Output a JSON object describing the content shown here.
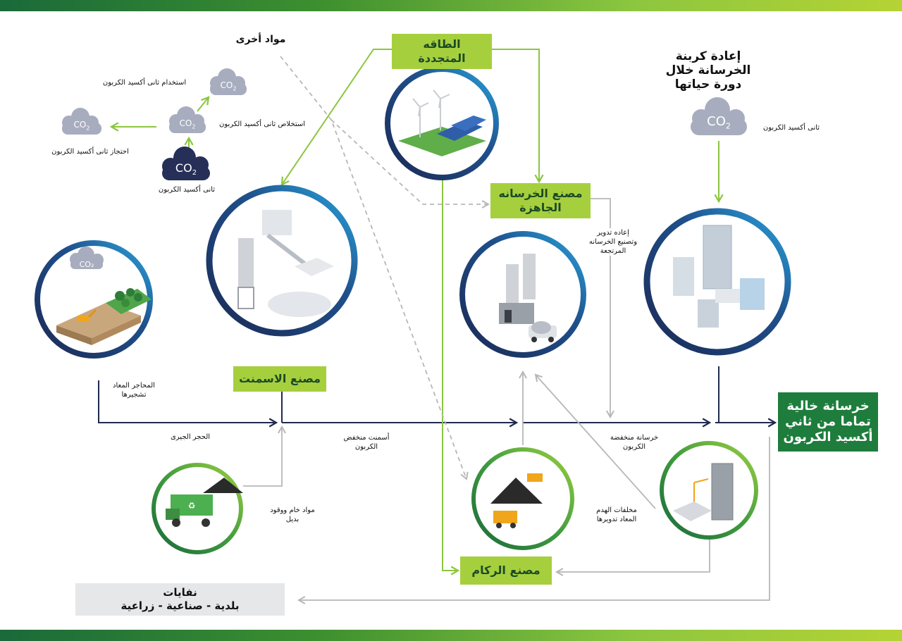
{
  "colors": {
    "navy": "#1f2a4e",
    "green_arrow": "#8cc63f",
    "gray_arrow": "#b7b7b7",
    "light_green_box": "#a6cf3e",
    "dark_green_box": "#1e7d3c",
    "cloud_gray": "#a7adbe",
    "cloud_dark": "#262f58"
  },
  "co2": {
    "symbol": "CO",
    "subscript": "2"
  },
  "labels": {
    "other_materials": "مواد أخرى",
    "co2_use": "استخدام ثانى أكسيد الكربون",
    "co2_capture": "استخلاص ثانى أكسيد الكربون",
    "co2_storage": "احتجاز ثانى أكسيد  الكربون",
    "co2_source": "ثانى أكسيد الكربون",
    "co2_right": "ثانى أكسيد الكربون",
    "recarbonation_line1": "إعادة كربنة",
    "recarbonation_line2": "الخرسانة خلال",
    "recarbonation_line3": "دورة حياتها",
    "recycle_line1": "إعاده تدوير",
    "recycle_line2": "وتصنيع الخرسانه",
    "recycle_line3": "المرتجعة",
    "quarries_line1": "المحاجر المعاد",
    "quarries_line2": "تشجيرها",
    "limestone": "الحجر الجيرى",
    "low_carbon_cement_line1": "أسمنت منخفض",
    "low_carbon_cement_line2": "الكربون",
    "low_carbon_concrete_line1": "خرسانة منخفضة",
    "low_carbon_concrete_line2": "الكربون",
    "raw_fuel_line1": "مواد خام ووقود",
    "raw_fuel_line2": "بديل",
    "demolition_line1": "مخلفات الهدم",
    "demolition_line2": "المعاد تدويرها"
  },
  "boxes": {
    "renewable_line1": "الطاقه",
    "renewable_line2": "المتجددة",
    "readymix_line1": "مصنع الخرسانه",
    "readymix_line2": "الجاهزة",
    "cement_plant": "مصنع الاسمنت",
    "aggregate_plant": "مصنع الركام",
    "net_zero_line1": "خرسانة خالية",
    "net_zero_line2": "تماما من ثاني",
    "net_zero_line3": "أكسيد الكربون",
    "waste_line1": "نفايات",
    "waste_line2": "بلدية - صناعية - زراعية"
  }
}
